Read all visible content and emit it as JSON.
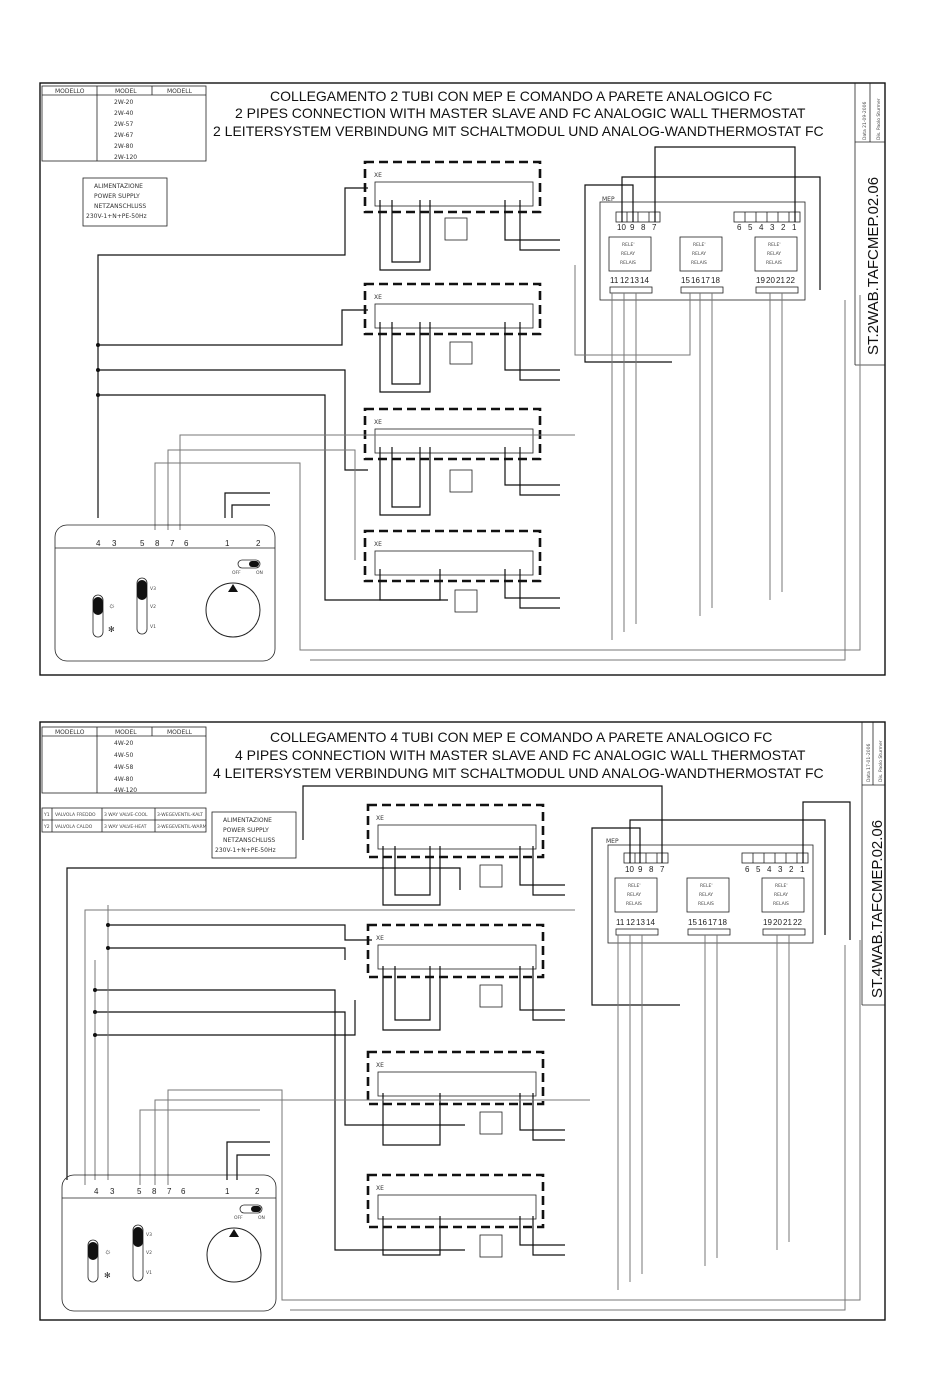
{
  "diagrams": [
    {
      "title_lines": [
        "COLLEGAMENTO 2 TUBI CON MEP E COMANDO A PARETE ANALOGICO FC",
        "2 PIPES CONNECTION WITH MASTER SLAVE AND FC ANALOGIC WALL THERMOSTAT",
        "2 LEITERSYSTEM VERBINDUNG  MIT SCHALTMODUL UND ANALOG-WANDTHERMOSTAT FC"
      ],
      "model_headers": [
        "MODELLO",
        "MODEL",
        "MODELL"
      ],
      "models": [
        "2W-20",
        "2W-40",
        "2W-57",
        "2W-67",
        "2W-80",
        "2W-120"
      ],
      "power_supply": [
        "ALIMENTAZIONE",
        "POWER SUPPLY",
        "NETZANSCHLUSS",
        "230V-1+N+PE-50Hz"
      ],
      "drawing_code": "ST.2WAB.TAFCMEP.02.06",
      "date_block": [
        "Data 21-09-2006",
        "Dis. Paolo Sturmer"
      ],
      "mep": {
        "label": "MEP",
        "left_terminals": [
          "10",
          "9",
          "8",
          "7"
        ],
        "right_terminals": [
          "6",
          "5",
          "4",
          "3",
          "2",
          "1"
        ],
        "relay_label": [
          "RELE'",
          "RELAY",
          "RELAIS"
        ],
        "relay_terminals": [
          [
            "11",
            "12",
            "13",
            "14"
          ],
          [
            "15",
            "16",
            "17",
            "18"
          ],
          [
            "19",
            "20",
            "21",
            "22"
          ]
        ]
      },
      "unit_label": "XE",
      "unit_count": 4,
      "thermostat": {
        "terminals": [
          "4",
          "3",
          "5",
          "8",
          "7",
          "6",
          "1",
          "2"
        ],
        "switch_labels": [
          "OFF",
          "ON"
        ],
        "speed_labels": [
          "V3",
          "V2",
          "V1"
        ]
      }
    },
    {
      "title_lines": [
        "COLLEGAMENTO 4 TUBI CON MEP E COMANDO A PARETE ANALOGICO FC",
        "4 PIPES CONNECTION WITH MASTER SLAVE AND FC ANALOGIC WALL THERMOSTAT",
        "4 LEITERSYSTEM VERBINDUNG  MIT SCHALTMODUL UND ANALOG-WANDTHERMOSTAT FC"
      ],
      "model_headers": [
        "MODELLO",
        "MODEL",
        "MODELL"
      ],
      "models": [
        "4W-20",
        "4W-50",
        "4W-58",
        "4W-80",
        "4W-120"
      ],
      "valve_rows": [
        [
          "Y1",
          "VALVOLA FREDDO",
          "3 WAY VALVE-COOL",
          "3-WEGEVENTIL-KALT"
        ],
        [
          "Y2",
          "VALVOLA CALDO",
          "3 WAY VALVE-HEAT",
          "3-WEGEVENTIL-WARM"
        ]
      ],
      "power_supply": [
        "ALIMENTAZIONE",
        "POWER SUPPLY",
        "NETZANSCHLUSS",
        "230V-1+N+PE-50Hz"
      ],
      "drawing_code": "ST.4WAB.TAFCMEP.02.06",
      "date_block": [
        "Data 17-01-2006",
        "Dis. Paolo Sturmer"
      ],
      "mep": {
        "label": "MEP",
        "left_terminals": [
          "10",
          "9",
          "8",
          "7"
        ],
        "right_terminals": [
          "6",
          "5",
          "4",
          "3",
          "2",
          "1"
        ],
        "relay_label": [
          "RELE'",
          "RELAY",
          "RELAIS"
        ],
        "relay_terminals": [
          [
            "11",
            "12",
            "13",
            "14"
          ],
          [
            "15",
            "16",
            "17",
            "18"
          ],
          [
            "19",
            "20",
            "21",
            "22"
          ]
        ]
      },
      "unit_label": "XE",
      "unit_count": 4,
      "thermostat": {
        "terminals": [
          "4",
          "3",
          "5",
          "8",
          "7",
          "6",
          "1",
          "2"
        ],
        "switch_labels": [
          "OFF",
          "ON"
        ],
        "speed_labels": [
          "V3",
          "V2",
          "V1"
        ]
      }
    }
  ]
}
